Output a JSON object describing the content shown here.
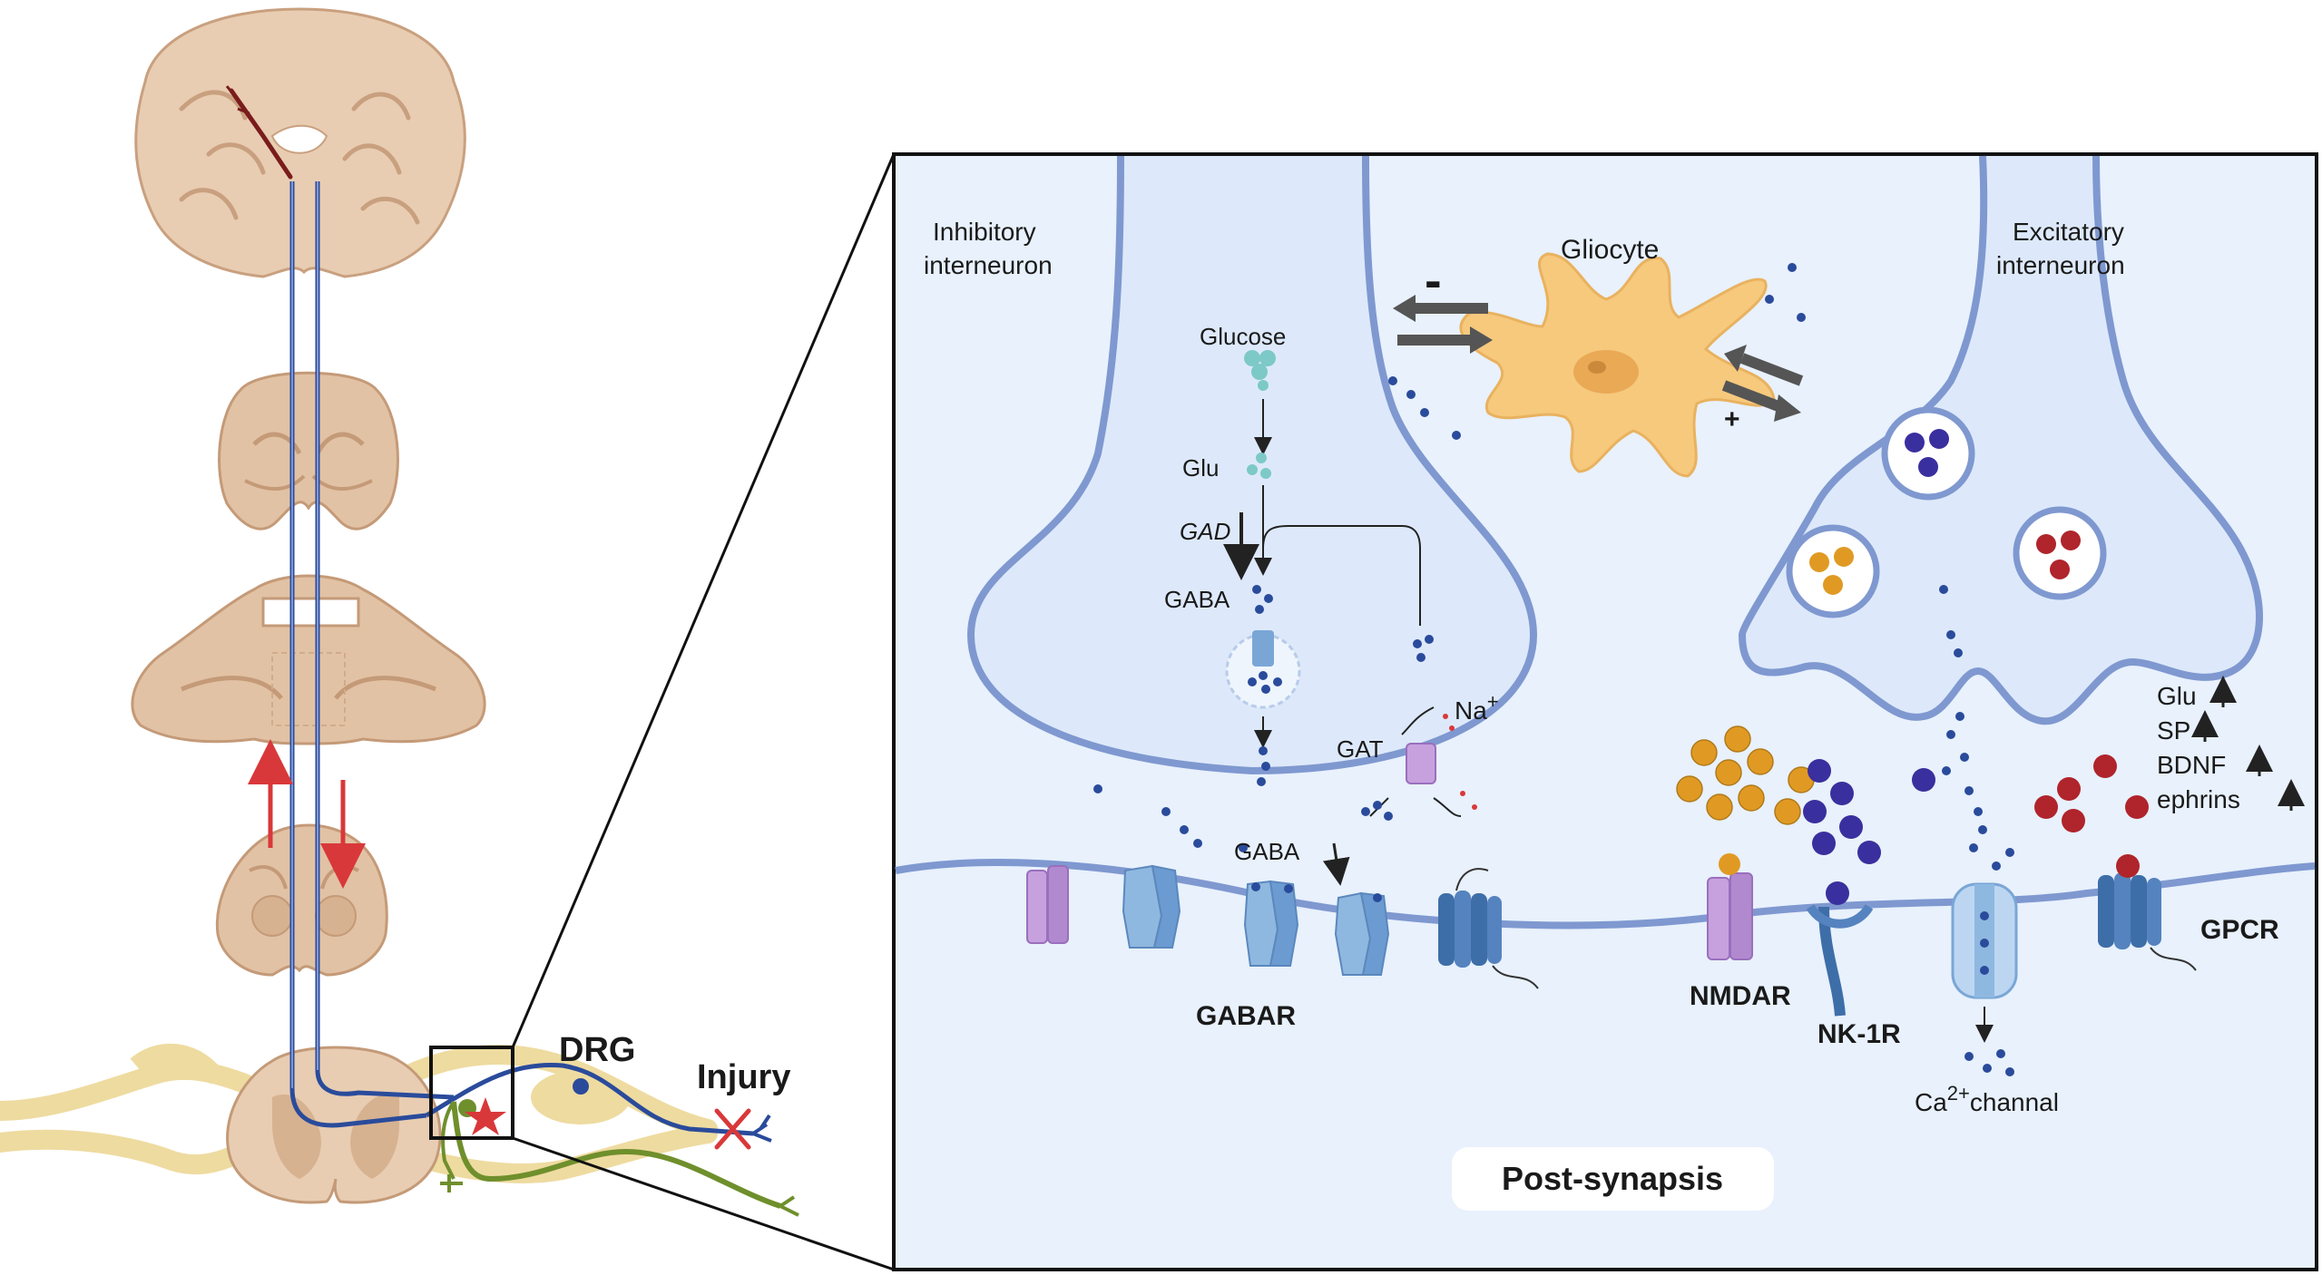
{
  "left_panel": {
    "drg_label": "DRG",
    "injury_label": "Injury"
  },
  "zoom_panel": {
    "inhibitory_label_1": "Inhibitory",
    "inhibitory_label_2": "interneuron",
    "excitatory_label_1": "Excitatory",
    "excitatory_label_2": "interneuron",
    "gliocyte_label": "Gliocyte",
    "minus_sign": "-",
    "plus_sign": "+",
    "glucose_label": "Glucose",
    "glu_label": "Glu",
    "gad_label": "GAD",
    "gaba_label": "GABA",
    "gat_label": "GAT",
    "na_label": "Na",
    "na_sup": "+",
    "gaba_down_label": "GABA",
    "gabar_label": "GABAR",
    "nmdar_label": "NMDAR",
    "nk1r_label": "NK-1R",
    "gpcr_label": "GPCR",
    "ca_label": "Ca",
    "ca_sup": "2+",
    "ca_suffix": "channal",
    "post_synapsis_label": "Post-synapsis",
    "released_factors": [
      {
        "label": "Glu"
      },
      {
        "label": "SP"
      },
      {
        "label": "BDNF"
      },
      {
        "label": "ephrins"
      }
    ]
  },
  "colors": {
    "tissue": "#e6c9ad",
    "tissue_dark": "#c9a07f",
    "neuron_blue": "#2a4b9b",
    "membrane": "#7f98d0",
    "cytoplasm": "#e4eefb",
    "glia": "#f6c97d",
    "nerve_yellow": "#eedba0",
    "nerve_green": "#6f8f2c",
    "arrow_red": "#d9383a",
    "ves_orange": "#e09a23",
    "ves_purple": "#3a2f9e",
    "ves_red": "#b0242b"
  }
}
